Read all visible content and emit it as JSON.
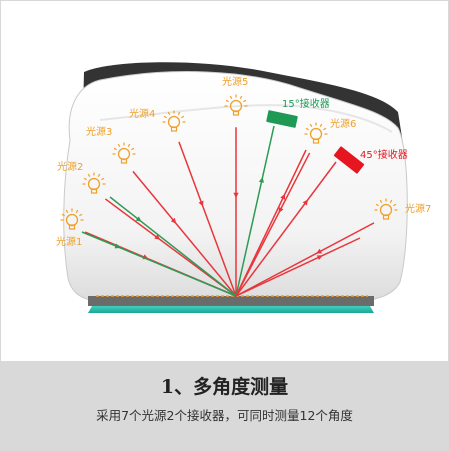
{
  "colors": {
    "light_source": "#f0a02a",
    "incident_ray": "#e8363c",
    "receiver_15_ray": "#2e9b55",
    "receiver_15_color": "#1f9a55",
    "receiver_45_color": "#e5161f",
    "sample": "#33c2b0",
    "device_dark": "#3a3a3a"
  },
  "light_sources": [
    {
      "label": "光源1"
    },
    {
      "label": "光源2"
    },
    {
      "label": "光源3"
    },
    {
      "label": "光源4"
    },
    {
      "label": "光源5"
    },
    {
      "label": "光源6"
    },
    {
      "label": "光源7"
    }
  ],
  "receivers": [
    {
      "label": "15°接收器"
    },
    {
      "label": "45°接收器"
    }
  ],
  "caption": {
    "title": "1、多角度测量",
    "subtitle": "采用7个光源2个接收器，可同时测量12个角度"
  }
}
